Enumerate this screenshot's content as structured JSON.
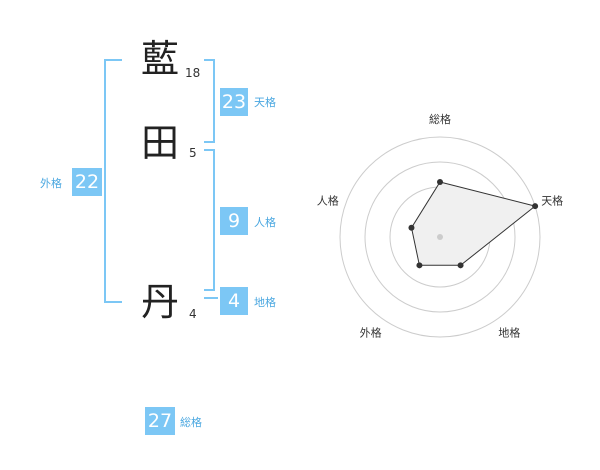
{
  "name": {
    "chars": [
      {
        "char": "藍",
        "strokes": "18"
      },
      {
        "char": "田",
        "strokes": "5"
      },
      {
        "char": "丹",
        "strokes": "4"
      }
    ]
  },
  "fortune": {
    "tenkaku": {
      "value": "23",
      "label": "天格"
    },
    "jinkaku": {
      "value": "9",
      "label": "人格"
    },
    "chikaku": {
      "value": "4",
      "label": "地格"
    },
    "gaikaku": {
      "value": "22",
      "label": "外格"
    },
    "soukaku": {
      "value": "27",
      "label": "総格"
    }
  },
  "chart_data": {
    "type": "radar",
    "axes": [
      "総格",
      "天格",
      "地格",
      "外格",
      "人格"
    ],
    "values": [
      0.55,
      1.0,
      0.35,
      0.35,
      0.3
    ],
    "rings": 4,
    "colors": {
      "fill": "#f0f0f0",
      "stroke": "#333333",
      "grid": "#cccccc",
      "center": "#cccccc"
    }
  },
  "colors": {
    "accent": "#7cc7f5"
  }
}
